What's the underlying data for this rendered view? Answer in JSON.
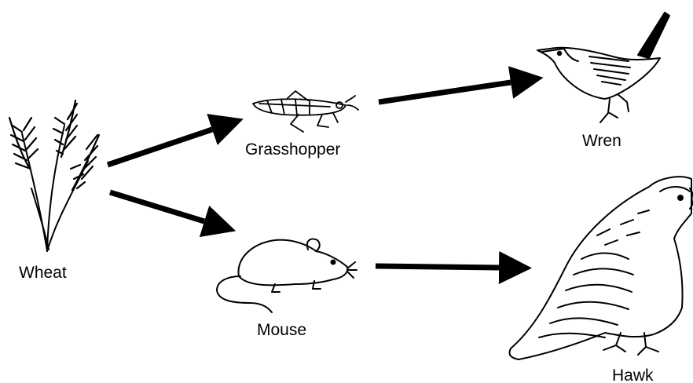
{
  "organisms": {
    "wheat": {
      "label": "Wheat",
      "icon": "wheat-icon"
    },
    "grasshopper": {
      "label": "Grasshopper",
      "icon": "grasshopper-icon"
    },
    "wren": {
      "label": "Wren",
      "icon": "wren-icon"
    },
    "mouse": {
      "label": "Mouse",
      "icon": "mouse-icon"
    },
    "hawk": {
      "label": "Hawk",
      "icon": "hawk-icon"
    }
  },
  "links": [
    {
      "from": "Wheat",
      "to": "Grasshopper"
    },
    {
      "from": "Wheat",
      "to": "Mouse"
    },
    {
      "from": "Grasshopper",
      "to": "Wren"
    },
    {
      "from": "Mouse",
      "to": "Hawk"
    }
  ],
  "colors": {
    "ink": "#000000",
    "background": "#ffffff"
  }
}
